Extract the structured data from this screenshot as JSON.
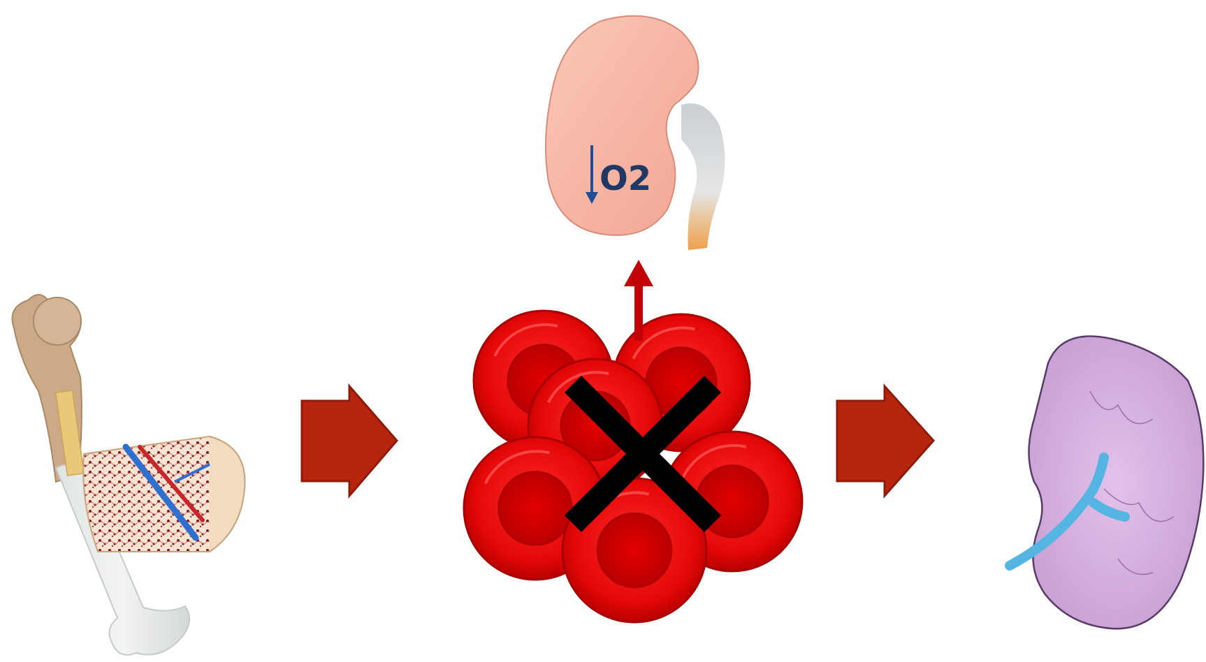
{
  "diagram": {
    "nodes": [
      {
        "id": "bone-marrow",
        "icon": "femur-bone-marrow-icon"
      },
      {
        "id": "red-blood-cells",
        "icon": "red-blood-cells-icon",
        "marked": "x-mark-icon"
      },
      {
        "id": "kidney",
        "icon": "kidney-icon",
        "label": "O2",
        "indicator": "down-arrow-icon"
      },
      {
        "id": "spleen",
        "icon": "spleen-icon"
      }
    ],
    "edges": [
      {
        "from": "bone-marrow",
        "to": "red-blood-cells",
        "style": "block-arrow"
      },
      {
        "from": "red-blood-cells",
        "to": "spleen",
        "style": "block-arrow"
      },
      {
        "from": "red-blood-cells",
        "to": "kidney",
        "style": "thin-arrow"
      }
    ]
  },
  "kidney": {
    "o2_label": "O2"
  },
  "colors": {
    "arrow_fill": "#b8250f",
    "arrow_stroke": "#8e1a0a",
    "up_arrow": "#c0040a",
    "cell_red": "#e80a0a",
    "cell_dark": "#a80000",
    "kidney": "#f6b5a4",
    "o2_text": "#1f3864",
    "spleen": "#d7b2df",
    "vessel_blue": "#55b5e2",
    "x_mark": "#000000"
  }
}
